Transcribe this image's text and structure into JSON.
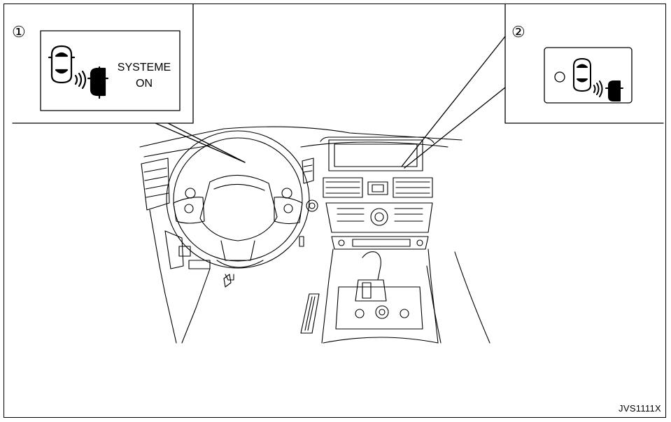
{
  "callouts": [
    {
      "marker": "①",
      "indicator_line1": "SYSTEME",
      "indicator_line2": "ON"
    },
    {
      "marker": "②"
    }
  ],
  "figure_code": "JVS1111X",
  "colors": {
    "line": "#000000",
    "background": "#ffffff"
  },
  "icons": [
    "car-sensing-pedestrian-icon",
    "indicator-lamp-icon"
  ]
}
